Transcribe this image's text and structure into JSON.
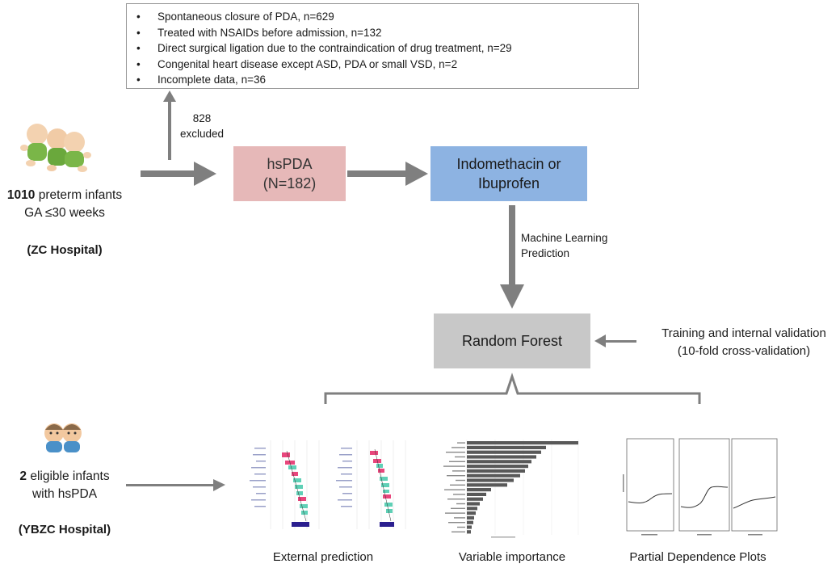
{
  "exclusion": {
    "items": [
      "Spontaneous closure of PDA, n=629",
      "Treated with NSAIDs before admission, n=132",
      "Direct surgical ligation due to the contraindication of drug treatment, n=29",
      "Congenital heart disease except ASD, PDA or small VSD, n=2",
      "Incomplete data, n=36"
    ],
    "count_line1": "828",
    "count_line2": "excluded"
  },
  "cohort": {
    "count": "1010",
    "line1_rest": " preterm infants",
    "line2": "GA ≤30 weeks",
    "hospital": "(ZC Hospital)"
  },
  "hspda": {
    "line1": "hsPDA",
    "line2": "(N=182)"
  },
  "treatment": {
    "line1": "Indomethacin or",
    "line2": "Ibuprofen"
  },
  "ml": {
    "line1": "Machine Learning",
    "line2": "Prediction"
  },
  "model": {
    "label": "Random Forest"
  },
  "validation": {
    "line1": "Training and internal validation",
    "line2": "(10-fold cross-validation)"
  },
  "external": {
    "count": "2",
    "line1_rest": " eligible infants",
    "line2": "with hsPDA",
    "hospital": "(YBZC Hospital)"
  },
  "outputs": {
    "external_prediction": "External prediction",
    "variable_importance": "Variable importance",
    "pdp": "Partial Dependence Plots"
  },
  "colors": {
    "arrow": "#7f7f7f",
    "hspda_fill": "#e6b8b8",
    "treatment_fill": "#8db3e2",
    "model_fill": "#c8c8c8",
    "bar_dark": "#595959",
    "waterfall_pos": "#e8467c",
    "waterfall_neg": "#5fd0b6",
    "waterfall_base": "#2b1f8f"
  }
}
